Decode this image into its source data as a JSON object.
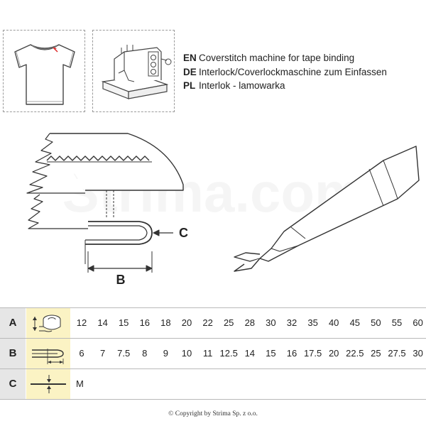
{
  "descriptions": [
    {
      "code": "EN",
      "text": "Coverstitch machine for tape binding"
    },
    {
      "code": "DE",
      "text": "Interlock/Coverlockmaschine zum Einfassen"
    },
    {
      "code": "PL",
      "text": "Interlok - lamowarka"
    }
  ],
  "diagram_labels": {
    "b": "B",
    "c": "C"
  },
  "table": {
    "rows": [
      {
        "label": "A",
        "icon": "tape-roll-icon",
        "values": [
          "12",
          "14",
          "15",
          "16",
          "18",
          "20",
          "22",
          "25",
          "28",
          "30",
          "32",
          "35",
          "40",
          "45",
          "50",
          "55",
          "60"
        ]
      },
      {
        "label": "B",
        "icon": "folded-tape-width-icon",
        "values": [
          "6",
          "7",
          "7.5",
          "8",
          "9",
          "10",
          "11",
          "12.5",
          "14",
          "15",
          "16",
          "17.5",
          "20",
          "22.5",
          "25",
          "27.5",
          "30"
        ]
      },
      {
        "label": "C",
        "icon": "tape-thickness-icon",
        "values": [
          "M"
        ]
      }
    ]
  },
  "copyright": "© Copyright by Strima Sp. z o.o."
}
